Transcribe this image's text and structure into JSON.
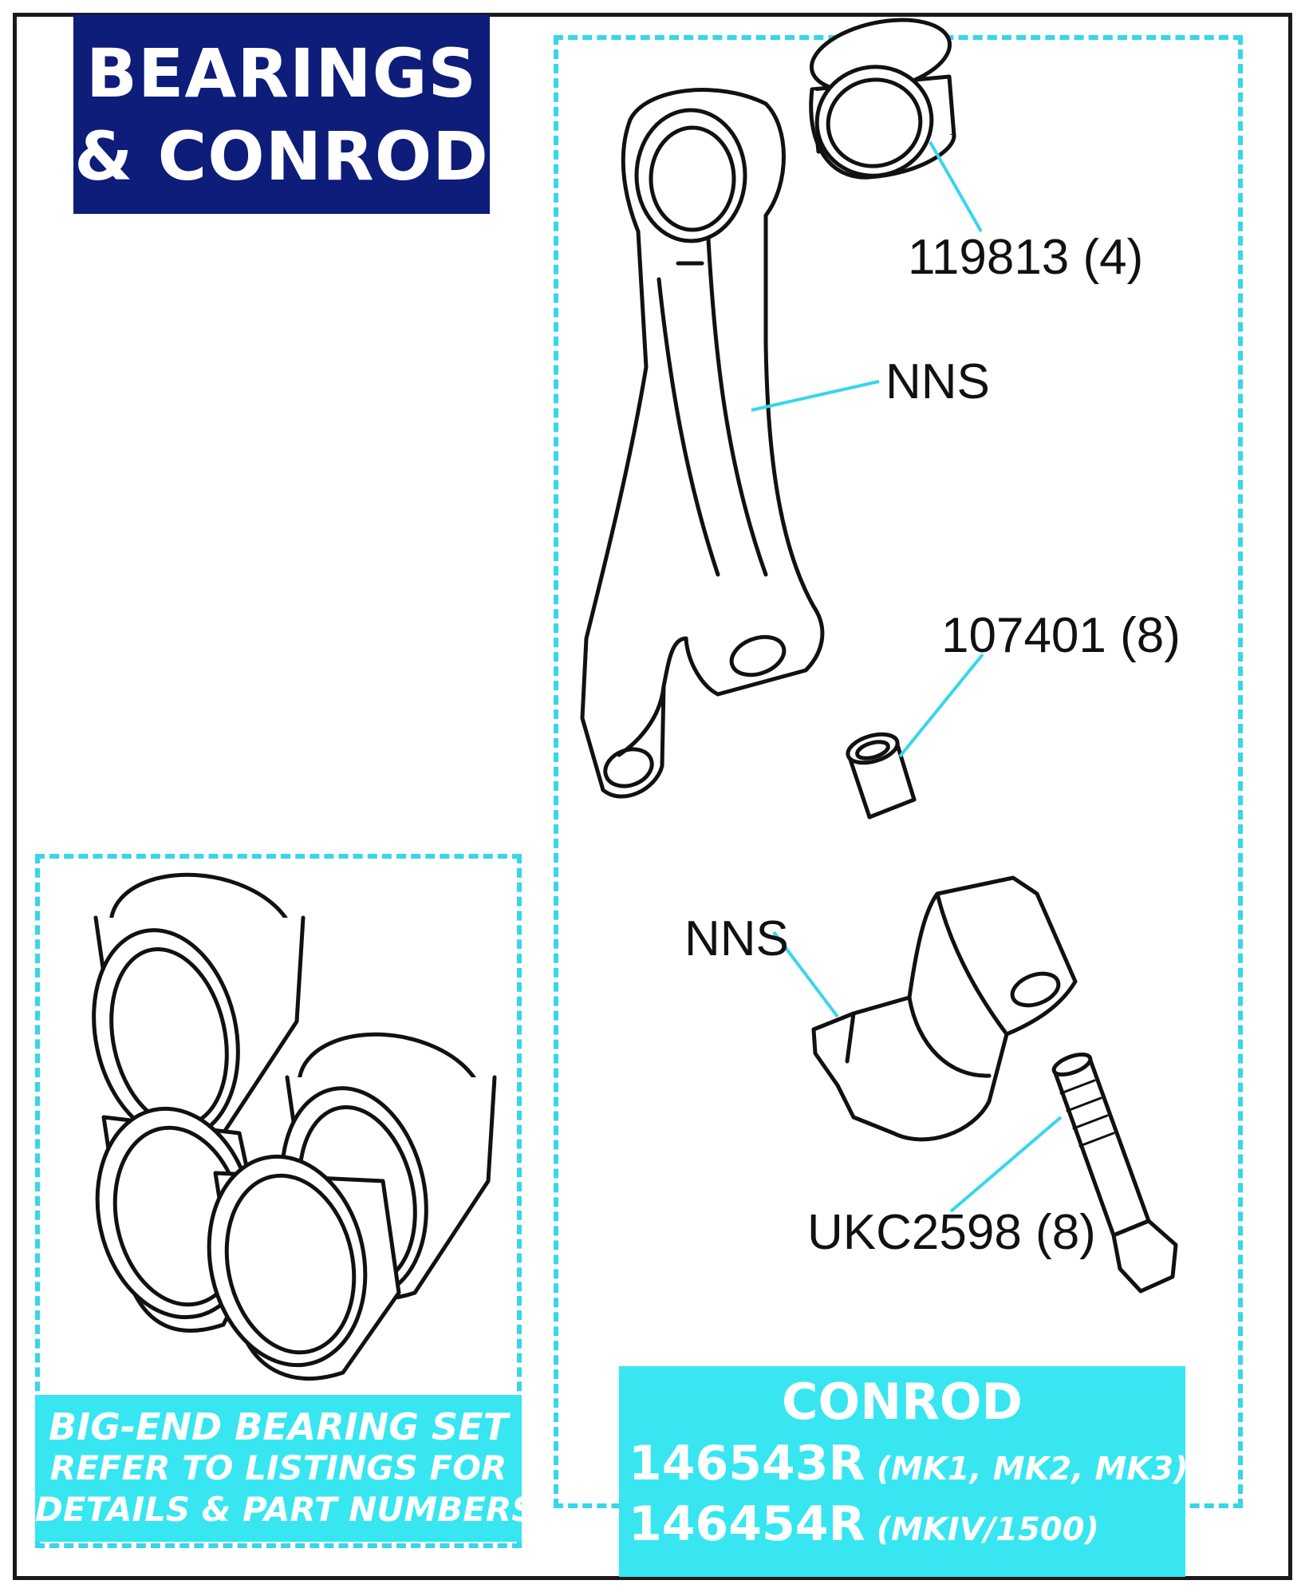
{
  "title": {
    "line1": "BEARINGS",
    "line2": "& CONROD"
  },
  "callouts": {
    "small_end_bush": "119813 (4)",
    "conrod_rod": "NNS",
    "dowel": "107401 (8)",
    "conrod_cap": "NNS",
    "bolt": "UKC2598 (8)"
  },
  "conrod_box": {
    "title": "CONROD",
    "lines": [
      {
        "part": "146543R",
        "note": "(MK1, MK2, MK3)"
      },
      {
        "part": "146454R",
        "note": "(MKIV/1500)"
      }
    ]
  },
  "bearing_box": {
    "line1": "BIG-END BEARING SET",
    "line2": "REFER TO LISTINGS FOR",
    "line3": "DETAILS & PART NUMBERS"
  },
  "colors": {
    "title_bg": "#0e1c7a",
    "accent_cyan": "#37d6ea",
    "label_box_bg": "#37e6f0",
    "frame": "#1a1a1a"
  }
}
